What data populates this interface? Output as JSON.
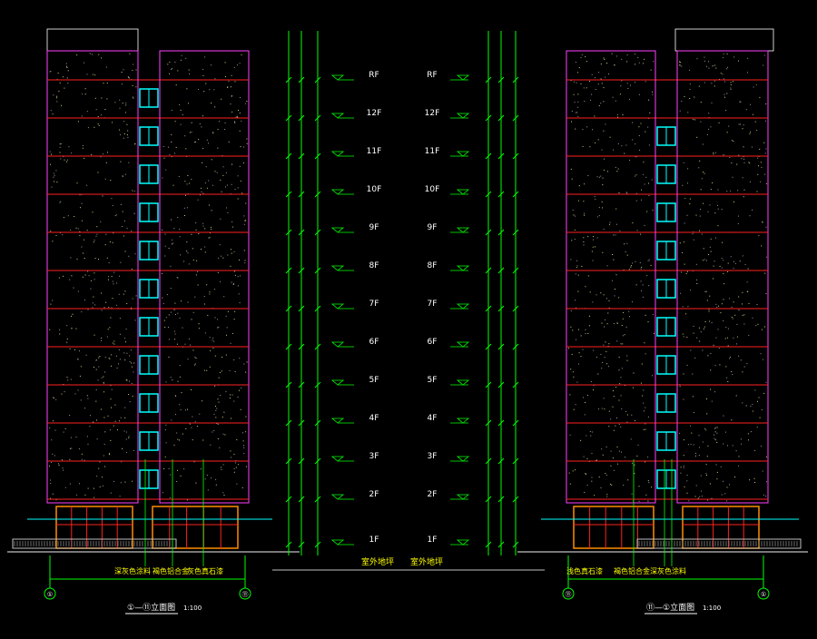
{
  "drawing": {
    "floor_labels": [
      "RF",
      "12F",
      "11F",
      "10F",
      "9F",
      "8F",
      "7F",
      "6F",
      "5F",
      "4F",
      "3F",
      "2F",
      "1F"
    ],
    "ground_left": "室外地坪",
    "ground_right": "室外地坪",
    "left": {
      "materials": [
        "深灰色涂料",
        "褐色铝合金",
        "灰色真石漆"
      ],
      "title": "①—⑪立面图",
      "scale": "1:100",
      "axis_start": "①",
      "axis_end": "⑪"
    },
    "right": {
      "materials": [
        "浅色真石漆",
        "褐色铝合金",
        "深灰色涂料"
      ],
      "title": "⑪—①立面图",
      "scale": "1:100",
      "axis_start": "⑪",
      "axis_end": "①"
    },
    "colors": {
      "floor_line": "#ff2020",
      "outline": "#ff40ff",
      "window": "#00ffff",
      "dimension": "#00ff00",
      "annotation": "#ffff00",
      "text": "#ffffff",
      "ground": "#c0c0c0",
      "storefront": "#ff8c00"
    }
  }
}
